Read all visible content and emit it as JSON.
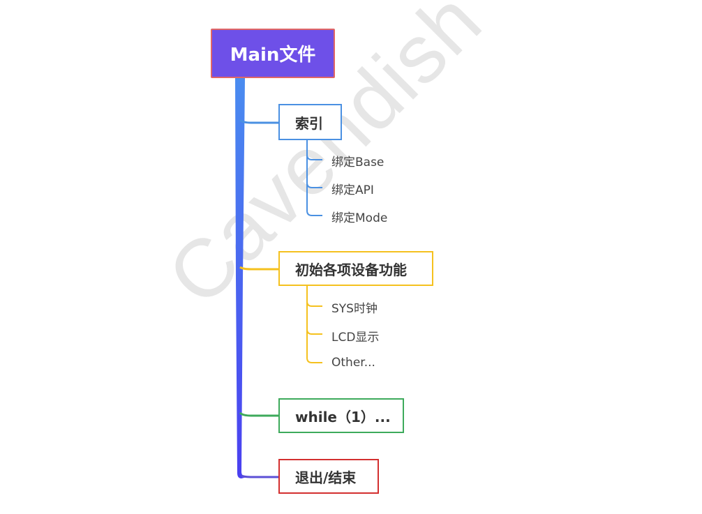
{
  "watermark": "Cavendish",
  "root": {
    "label": "Main文件"
  },
  "branches": [
    {
      "label": "索引",
      "color": "#4a90e2",
      "children": [
        "绑定Base",
        "绑定API",
        "绑定Mode"
      ]
    },
    {
      "label": "初始各项设备功能",
      "color": "#f5c11e",
      "children": [
        "SYS时钟",
        "LCD显示",
        "Other..."
      ]
    },
    {
      "label": "while（1）...",
      "color": "#3daa5b",
      "children": []
    },
    {
      "label": "退出/结束",
      "color": "#d32f2f",
      "children": []
    }
  ],
  "colors": {
    "root_fill": "#6e50e8",
    "root_border": "#e06666",
    "trunk": "#3f48f5"
  }
}
